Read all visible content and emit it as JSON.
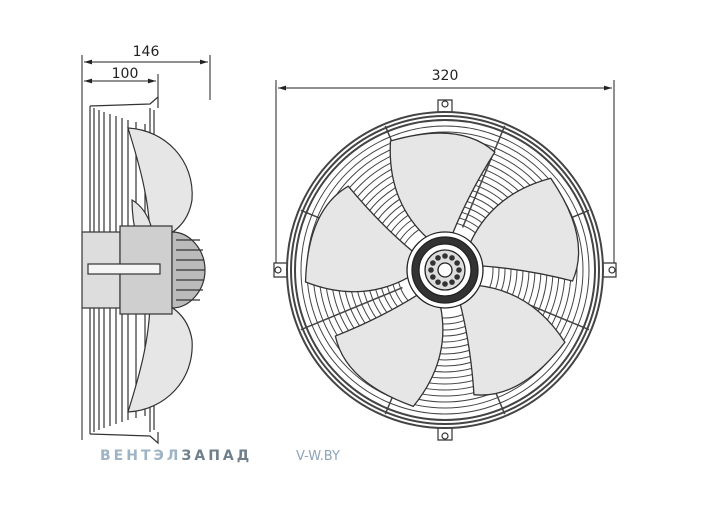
{
  "dimensions": {
    "overall_depth": "146",
    "guard_depth": "100",
    "diameter": "320"
  },
  "watermark": {
    "brand_part1": "ВЕНТЭЛ",
    "brand_part2": "ЗАПАД",
    "site": "V-W.BY",
    "color_part1": "#9fb3c6",
    "color_part2": "#6f7f8c",
    "site_color": "#8ea4b8"
  },
  "colors": {
    "line": "#222222",
    "blade_fill": "#e6e6e6",
    "guard": "#444444"
  }
}
